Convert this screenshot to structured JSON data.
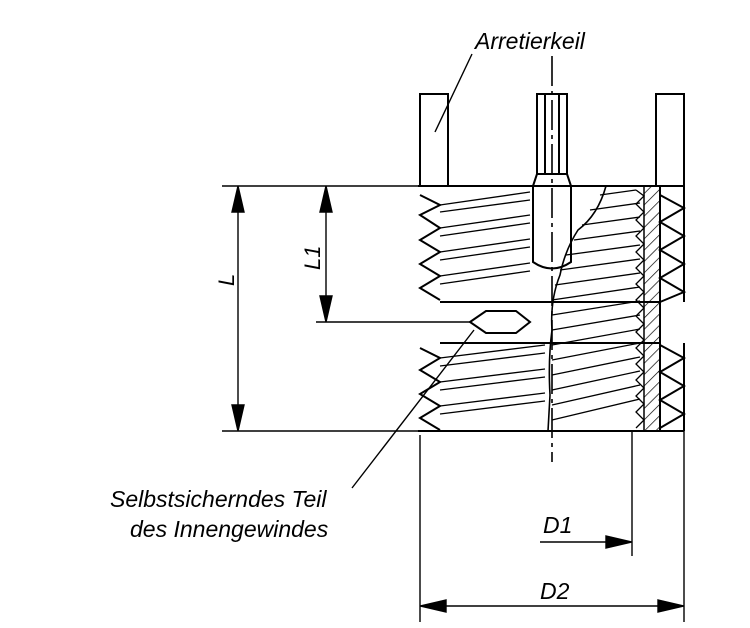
{
  "labels": {
    "arretierkeil": "Arretierkeil",
    "l": "L",
    "l1": "L1",
    "selbstsichernd_line1": "Selbstsicherndes Teil",
    "selbstsichernd_line2": "des Innengewindes",
    "d1": "D1",
    "d2": "D2"
  }
}
